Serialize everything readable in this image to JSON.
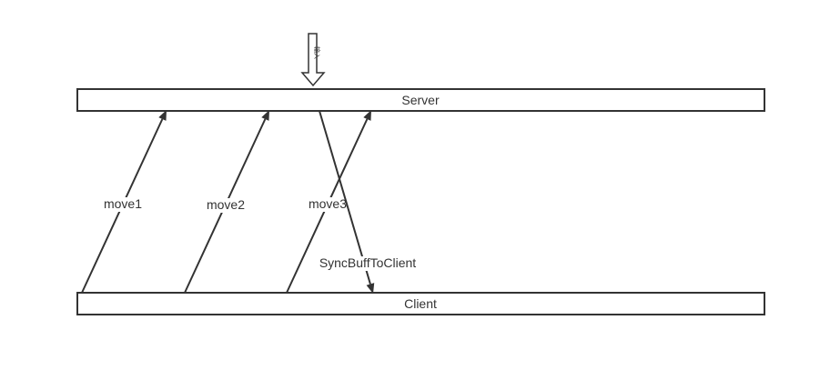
{
  "lanes": {
    "server_label": "Server",
    "client_label": "Client"
  },
  "input_arrow": {
    "text": "输入"
  },
  "messages": [
    {
      "id": "move1",
      "label": "move1",
      "direction": "client-to-server"
    },
    {
      "id": "move2",
      "label": "move2",
      "direction": "client-to-server"
    },
    {
      "id": "move3",
      "label": "move3",
      "direction": "client-to-server"
    },
    {
      "id": "sync",
      "label": "SyncBuffToClient",
      "direction": "server-to-client"
    }
  ],
  "colors": {
    "stroke": "#333333",
    "background": "#ffffff"
  }
}
